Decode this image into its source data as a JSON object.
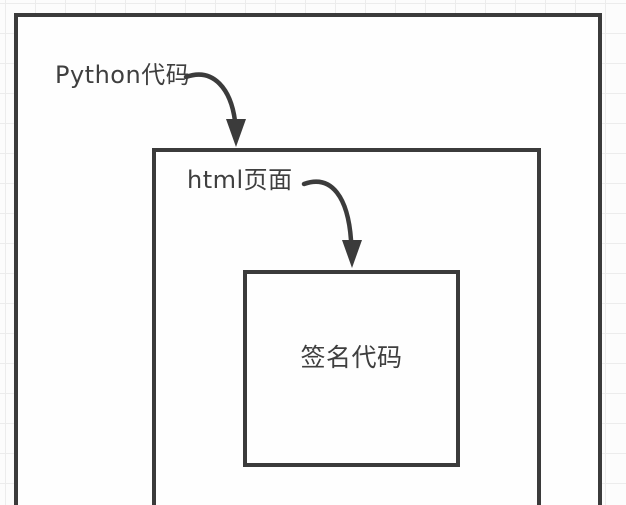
{
  "colors": {
    "line": "#3b3b3b",
    "text": "#3f3f3f",
    "grid": "#ececec",
    "background": "#fcfcfc",
    "box_fill": "#fefefe"
  },
  "diagram": {
    "outer_box": {
      "label": "Python代码"
    },
    "middle_box": {
      "label": "html页面"
    },
    "inner_box": {
      "label": "签名代码"
    }
  }
}
